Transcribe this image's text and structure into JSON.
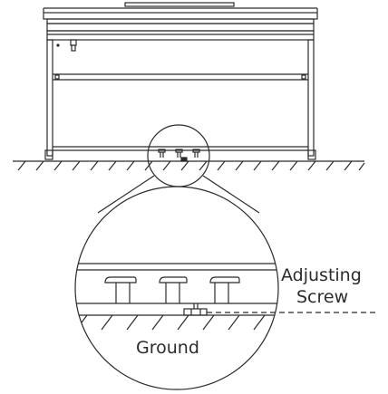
{
  "labels": {
    "adjusting_line1": "Adjusting",
    "adjusting_line2": "Screw",
    "ground": "Ground"
  },
  "colors": {
    "stroke": "#2b2b2b",
    "background": "#ffffff"
  }
}
